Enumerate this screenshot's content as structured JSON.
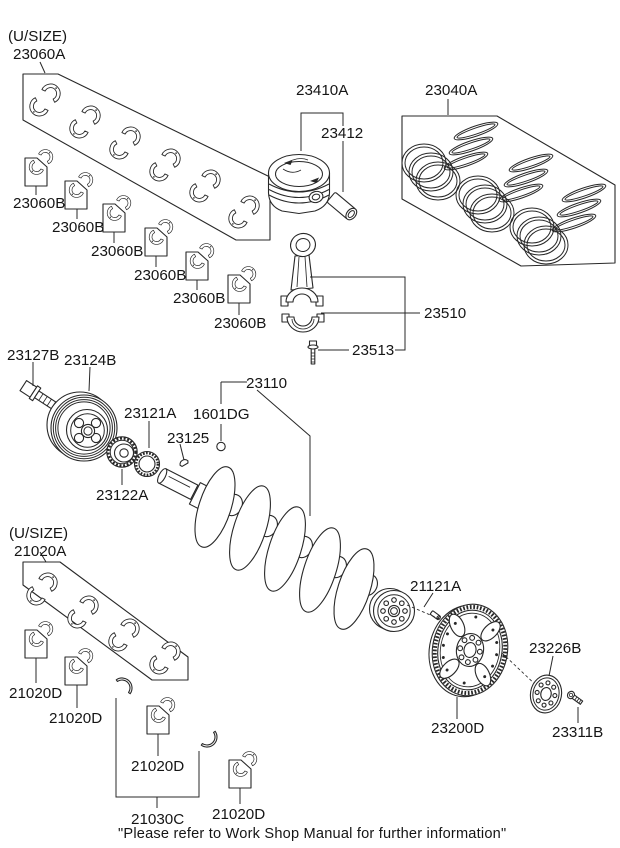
{
  "colors": {
    "ink": "#282828",
    "background": "#ffffff"
  },
  "labels": {
    "usize": "(U/SIZE)",
    "p23060A": "23060A",
    "p23060B": "23060B",
    "p23410A": "23410A",
    "p23412": "23412",
    "p23040A": "23040A",
    "p23510": "23510",
    "p23513": "23513",
    "p23127B": "23127B",
    "p23124B": "23124B",
    "p23121A": "23121A",
    "p23122A": "23122A",
    "p23125": "23125",
    "p1601DG": "1601DG",
    "p23110": "23110",
    "p21020A": "21020A",
    "p21020D": "21020D",
    "p21030C": "21030C",
    "p21121A": "21121A",
    "p23200D": "23200D",
    "p23226B": "23226B",
    "p23311B": "23311B"
  },
  "note": "\"Please refer to Work Shop Manual for further information\""
}
